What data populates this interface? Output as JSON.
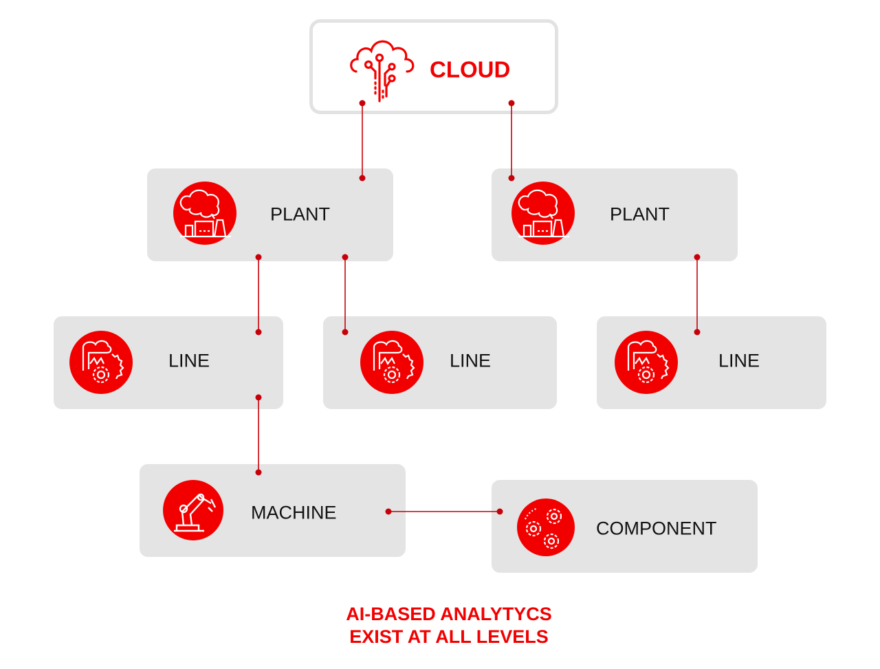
{
  "colors": {
    "accent": "#f20000",
    "connector": "#c8000a",
    "box": "#e4e4e4"
  },
  "cloud": {
    "label": "CLOUD",
    "icon": "cloud-network-icon"
  },
  "nodes": {
    "plant_1": {
      "label": "PLANT",
      "icon": "factory-icon"
    },
    "plant_2": {
      "label": "PLANT",
      "icon": "factory-icon"
    },
    "line_1": {
      "label": "LINE",
      "icon": "production-line-gears-icon"
    },
    "line_2": {
      "label": "LINE",
      "icon": "production-line-gears-icon"
    },
    "line_3": {
      "label": "LINE",
      "icon": "production-line-gears-icon"
    },
    "machine": {
      "label": "MACHINE",
      "icon": "robot-arm-icon"
    },
    "component": {
      "label": "COMPONENT",
      "icon": "gears-icon"
    }
  },
  "caption": {
    "line1": "AI-BASED ANALYTYCS",
    "line2": "EXIST AT ALL LEVELS"
  }
}
